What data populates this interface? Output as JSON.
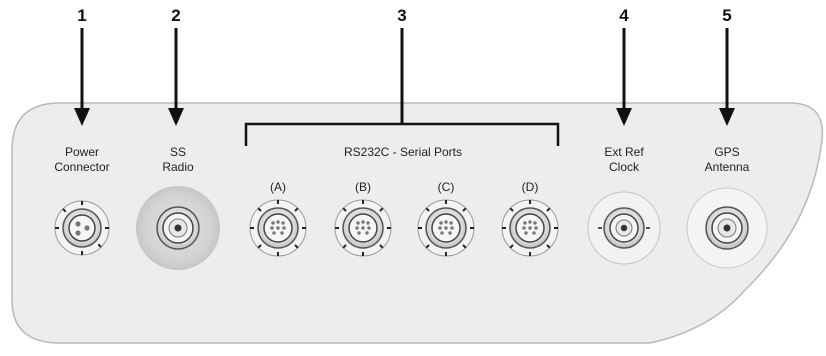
{
  "callouts": [
    "1",
    "2",
    "3",
    "4",
    "5"
  ],
  "connectors": {
    "power": {
      "line1": "Power",
      "line2": "Connector"
    },
    "radio": {
      "line1": "SS",
      "line2": "Radio"
    },
    "serial_group_title": "RS232C - Serial Ports",
    "serial_ports": [
      "(A)",
      "(B)",
      "(C)",
      "(D)"
    ],
    "ext_ref": {
      "line1": "Ext Ref",
      "line2": "Clock"
    },
    "gps": {
      "line1": "GPS",
      "line2": "Antenna"
    }
  },
  "colors": {
    "panel_fill": "#ededed",
    "panel_stroke": "#b9b9b9",
    "arrow": "#111111",
    "connector_metal": "#d6d6d6"
  }
}
